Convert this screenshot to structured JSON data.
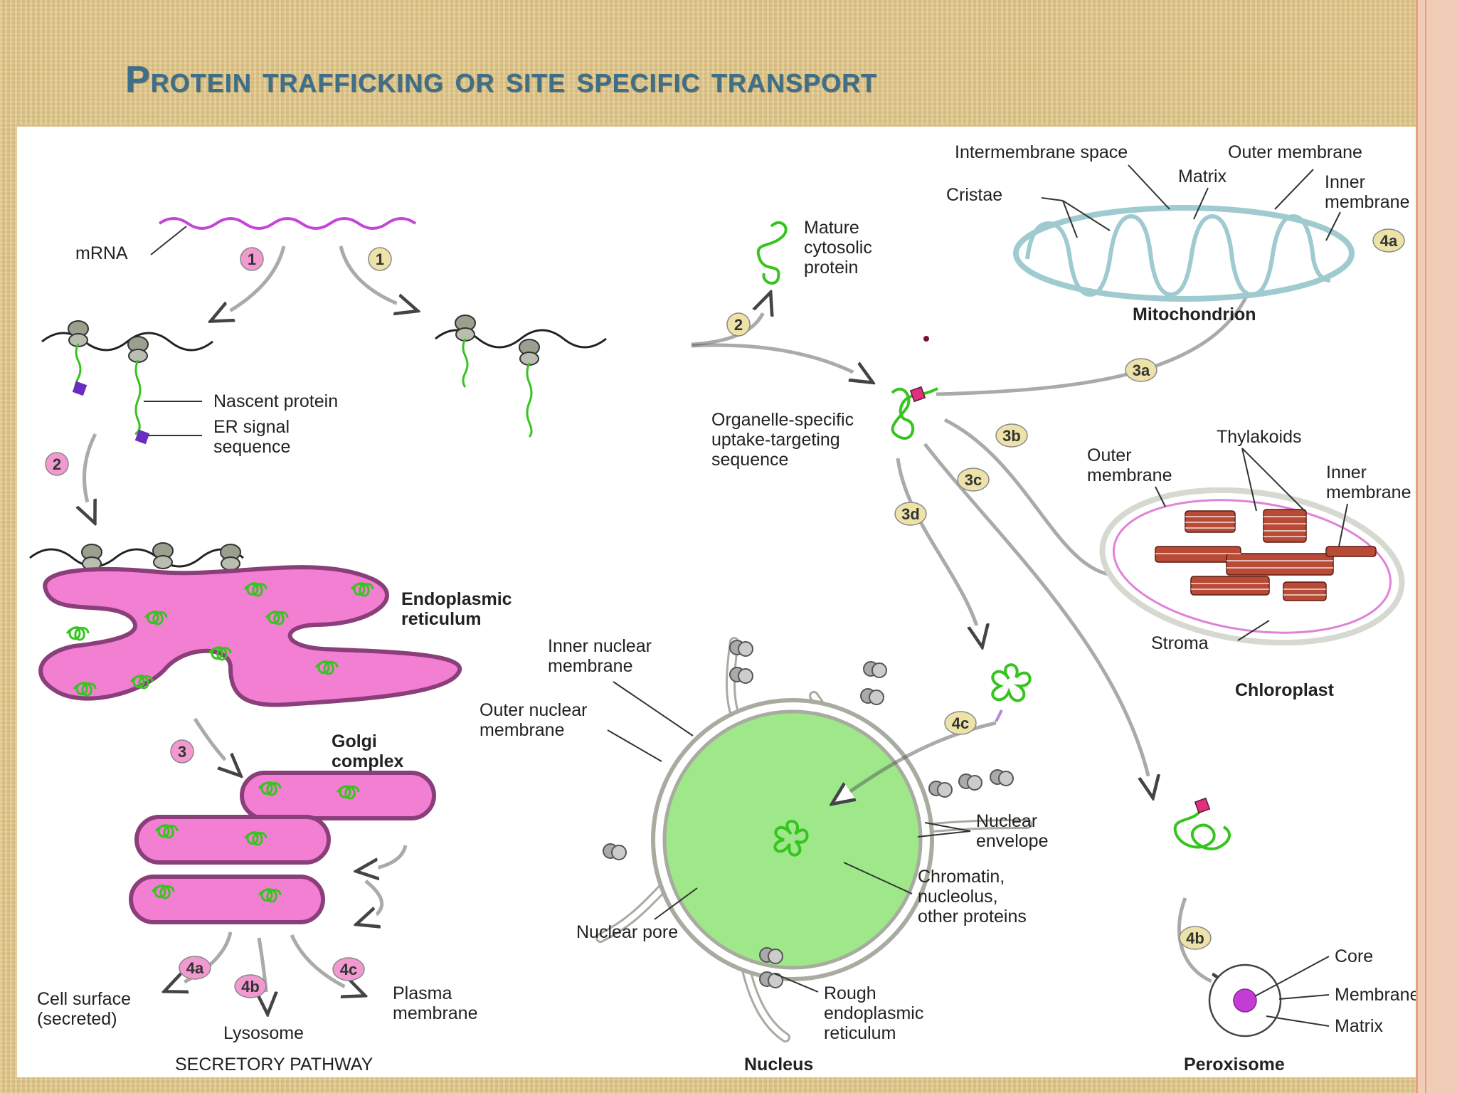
{
  "title": "Protein trafficking or site specific transport",
  "labels": {
    "mrna": "mRNA",
    "nascent_protein": "Nascent protein",
    "er_signal_1": "ER signal",
    "er_signal_2": "sequence",
    "er_1": "Endoplasmic",
    "er_2": "reticulum",
    "golgi_1": "Golgi",
    "golgi_2": "complex",
    "cell_surface_1": "Cell surface",
    "cell_surface_2": "(secreted)",
    "lysosome": "Lysosome",
    "plasma_1": "Plasma",
    "plasma_2": "membrane",
    "secretory_pathway": "SECRETORY PATHWAY",
    "mature_1": "Mature",
    "mature_2": "cytosolic",
    "mature_3": "protein",
    "organelle_1": "Organelle-specific",
    "organelle_2": "uptake-targeting",
    "organelle_3": "sequence",
    "intermembrane_space": "Intermembrane space",
    "mito_outer": "Outer membrane",
    "matrix": "Matrix",
    "cristae": "Cristae",
    "mito_inner_1": "Inner",
    "mito_inner_2": "membrane",
    "mitochondrion": "Mitochondrion",
    "thylakoids": "Thylakoids",
    "chl_outer_1": "Outer",
    "chl_outer_2": "membrane",
    "chl_inner_1": "Inner",
    "chl_inner_2": "membrane",
    "stroma": "Stroma",
    "chloroplast": "Chloroplast",
    "inner_nuclear_1": "Inner nuclear",
    "inner_nuclear_2": "membrane",
    "outer_nuclear_1": "Outer nuclear",
    "outer_nuclear_2": "membrane",
    "nuclear_env_1": "Nuclear",
    "nuclear_env_2": "envelope",
    "chromatin_1": "Chromatin,",
    "chromatin_2": "nucleolus,",
    "chromatin_3": "other proteins",
    "nuclear_pore": "Nuclear pore",
    "rough_er_1": "Rough",
    "rough_er_2": "endoplasmic",
    "rough_er_3": "reticulum",
    "nucleus": "Nucleus",
    "core": "Core",
    "perox_membrane": "Membrane",
    "perox_matrix": "Matrix",
    "peroxisome": "Peroxisome"
  },
  "steps": {
    "s1_pink": "1",
    "s1_tan": "1",
    "s2_pink": "2",
    "s2_tan": "2",
    "s3_pink": "3",
    "s4a_pink": "4a",
    "s4b_pink": "4b",
    "s4c_pink": "4c",
    "s3a": "3a",
    "s3b": "3b",
    "s3c": "3c",
    "s3d": "3d",
    "s4a": "4a",
    "s4b": "4b",
    "s4c": "4c"
  },
  "colors": {
    "pink_badge": "#f29ad0",
    "tan_badge": "#ede3a8",
    "er_fill": "#f27fd2",
    "er_stroke": "#8a3f7a",
    "protein_green": "#36c41e",
    "nucleus_fill": "#9ee88a",
    "signal_purple": "#6a2cc0",
    "signal_pink": "#e0307a",
    "mrna_purple": "#c346d8",
    "thylakoid": "#9b3d2e"
  }
}
